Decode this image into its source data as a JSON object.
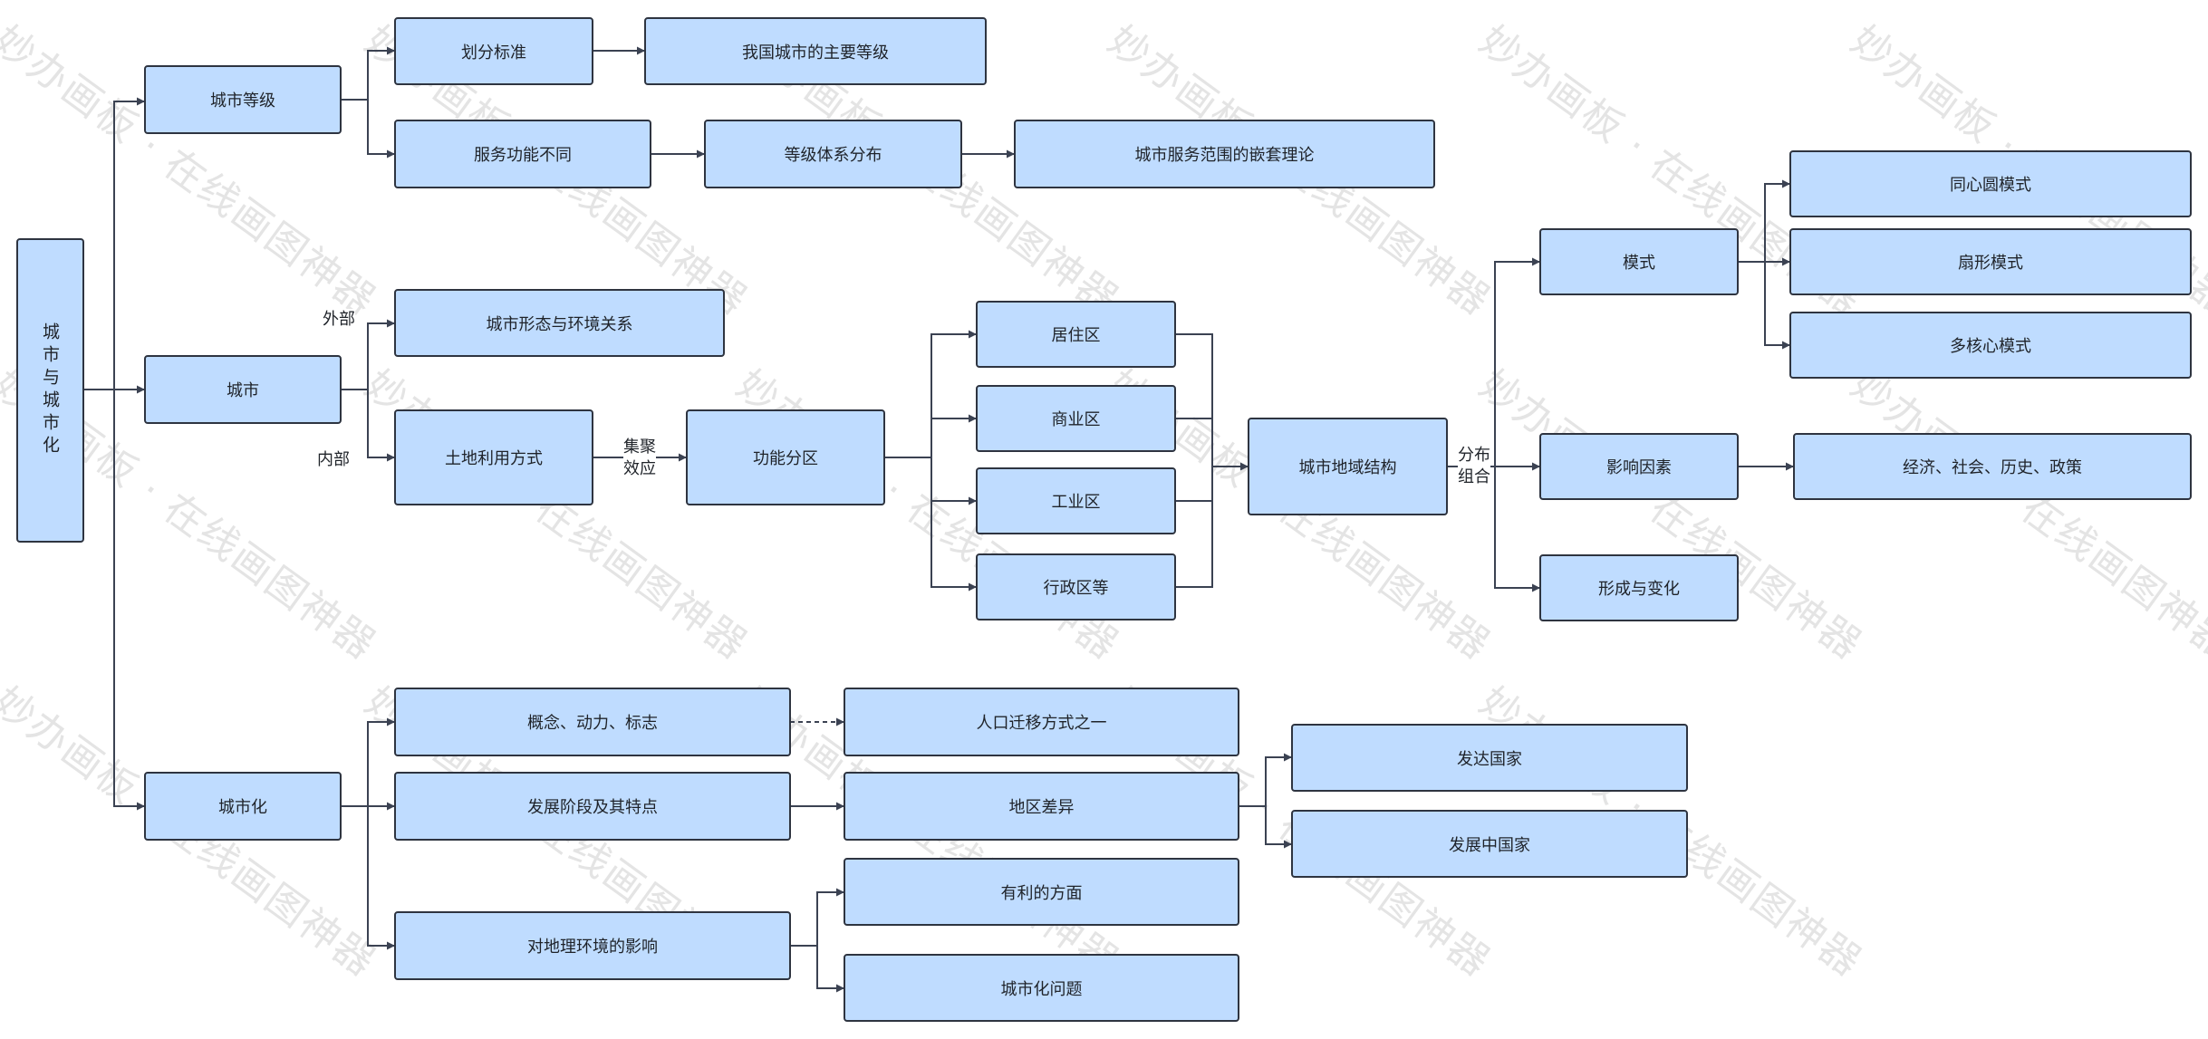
{
  "root": "城市与城市化",
  "nodes": {
    "city_grade": "城市等级",
    "division_standard": "划分标准",
    "main_grades": "我国城市的主要等级",
    "service_function": "服务功能不同",
    "grade_system": "等级体系分布",
    "nested_theory": "城市服务范围的嵌套理论",
    "city": "城市",
    "form_env": "城市形态与环境关系",
    "land_use": "土地利用方式",
    "functional_zone": "功能分区",
    "residential": "居住区",
    "commercial": "商业区",
    "industrial": "工业区",
    "administrative": "行政区等",
    "regional_structure": "城市地域结构",
    "model": "模式",
    "concentric": "同心圆模式",
    "sector": "扇形模式",
    "multi_nuclei": "多核心模式",
    "factors": "影响因素",
    "factor_list": "经济、社会、历史、政策",
    "formation": "形成与变化",
    "urbanization": "城市化",
    "concept": "概念、动力、标志",
    "migration": "人口迁移方式之一",
    "stages": "发展阶段及其特点",
    "regional_diff": "地区差异",
    "developed": "发达国家",
    "developing": "发展中国家",
    "env_impact": "对地理环境的影响",
    "favorable": "有利的方面",
    "problems": "城市化问题"
  },
  "edge_labels": {
    "external": "外部",
    "internal": "内部",
    "agglomeration_l1": "集聚",
    "agglomeration_l2": "效应",
    "distribution_l1": "分布",
    "distribution_l2": "组合"
  },
  "watermark": "妙办画板 · 在线画图神器",
  "colors": {
    "node_fill": "#bfdcff",
    "node_border": "#2e3440",
    "edge": "#3b4252",
    "watermark": "#e4e4e4"
  }
}
